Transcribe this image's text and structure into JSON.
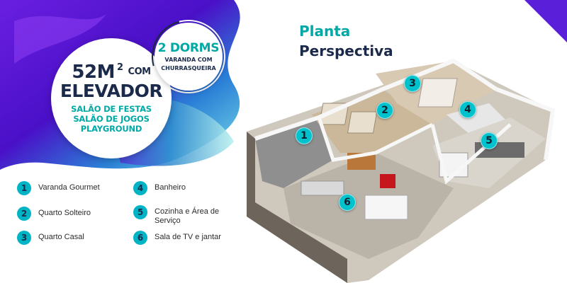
{
  "badge_area": {
    "size": "52M",
    "sup": "2",
    "com": "COM",
    "elevator": "ELEVADOR",
    "amenities": [
      "SALÃO DE FESTAS",
      "SALÃO DE JOGOS",
      "PLAYGROUND"
    ]
  },
  "badge_dorms": {
    "title": "2 DORMS",
    "subtitle_line1": "VARANDA COM",
    "subtitle_line2": "CHURRASQUEIRA"
  },
  "header": {
    "line1": "Planta",
    "line2": "Perspectiva"
  },
  "legend": [
    {
      "num": "1",
      "label": "Varanda Gourmet"
    },
    {
      "num": "2",
      "label": "Quarto Solteiro"
    },
    {
      "num": "3",
      "label": "Quarto Casal"
    },
    {
      "num": "4",
      "label": "Banheiro"
    },
    {
      "num": "5",
      "label": "Cozinha e Área de Serviço"
    },
    {
      "num": "6",
      "label": "Sala de TV e jantar"
    }
  ],
  "plan_markers": [
    "1",
    "2",
    "3",
    "4",
    "5",
    "6"
  ],
  "colors": {
    "teal": "#00a9a5",
    "navy": "#1b2a4a",
    "marker": "#00c2cc",
    "purple": "#5a1fd8"
  }
}
